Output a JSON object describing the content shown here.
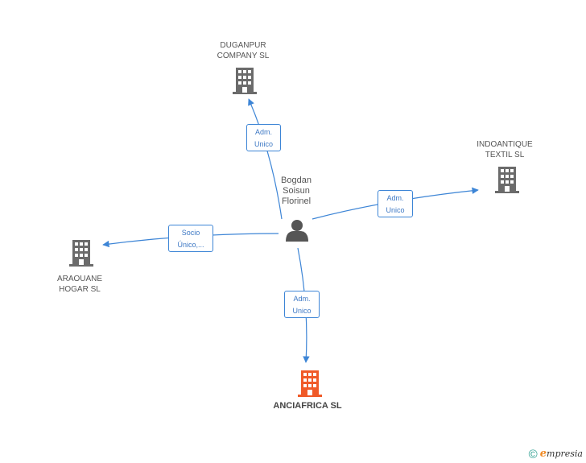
{
  "center": {
    "name_lines": [
      "Bogdan",
      "Soisun",
      "Florinel"
    ],
    "icon": "person-icon"
  },
  "companies": [
    {
      "id": "duganpur",
      "label_lines": [
        "DUGANPUR",
        "COMPANY SL"
      ],
      "icon": "building-icon",
      "color": "#6b6b6b"
    },
    {
      "id": "indoantique",
      "label_lines": [
        "INDOANTIQUE",
        "TEXTIL SL"
      ],
      "icon": "building-icon",
      "color": "#6b6b6b"
    },
    {
      "id": "araouane",
      "label_lines": [
        "ARAOUANE",
        "HOGAR SL"
      ],
      "icon": "building-icon",
      "color": "#6b6b6b"
    },
    {
      "id": "anciafrica",
      "label_lines": [
        "ANCIAFRICA SL"
      ],
      "icon": "building-icon",
      "color": "#f05a28",
      "highlight": true
    }
  ],
  "edges": [
    {
      "to": "duganpur",
      "label_lines": [
        "Adm.",
        "Unico"
      ]
    },
    {
      "to": "indoantique",
      "label_lines": [
        "Adm.",
        "Unico"
      ]
    },
    {
      "to": "araouane",
      "label_lines": [
        "Socio",
        "Único,..."
      ]
    },
    {
      "to": "anciafrica",
      "label_lines": [
        "Adm.",
        "Unico"
      ]
    }
  ],
  "colors": {
    "edge": "#3d85d6",
    "node": "#6b6b6b",
    "highlight": "#f05a28",
    "person": "#555555"
  },
  "footer": {
    "copyright": "©",
    "brand_initial": "e",
    "brand_rest": "mpresia"
  }
}
